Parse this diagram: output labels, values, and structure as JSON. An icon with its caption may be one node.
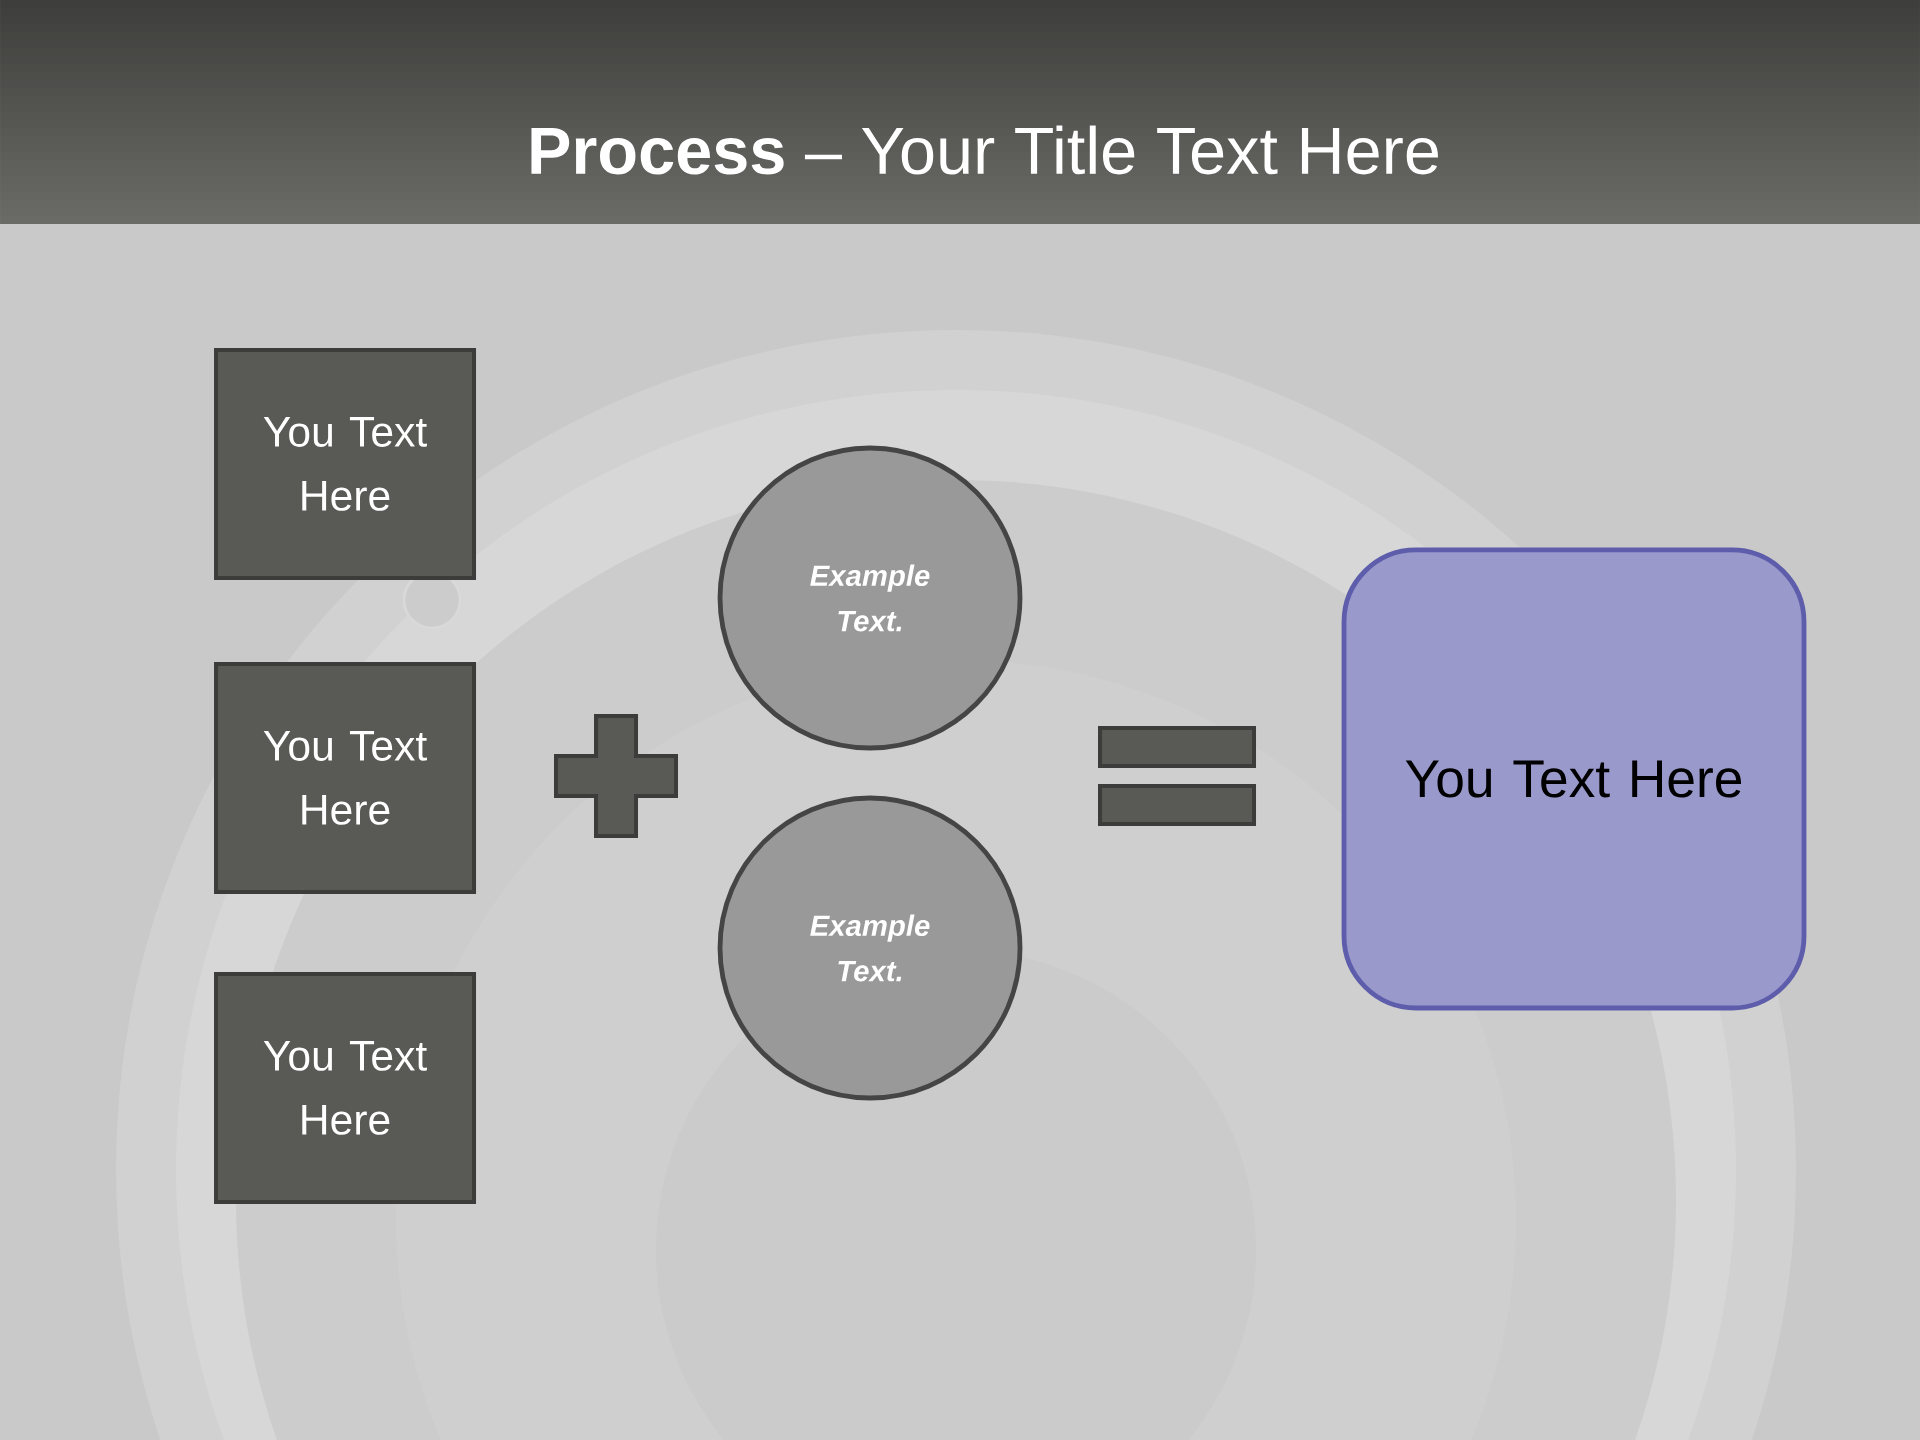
{
  "diagram": {
    "title": "**Process** – Your Title Text Here",
    "nodes": [
      {
        "text": [
          "You Text Here"
        ]
      },
      {
        "text": [
          "You Text Here"
        ]
      },
      {
        "text": [
          "You Text Here"
        ]
      },
      {
        "text": [
          "Example Text."
        ]
      },
      {
        "text": [
          "Example Text."
        ]
      },
      {
        "text": [
          "You Text Here"
        ]
      }
    ]
  }
}
